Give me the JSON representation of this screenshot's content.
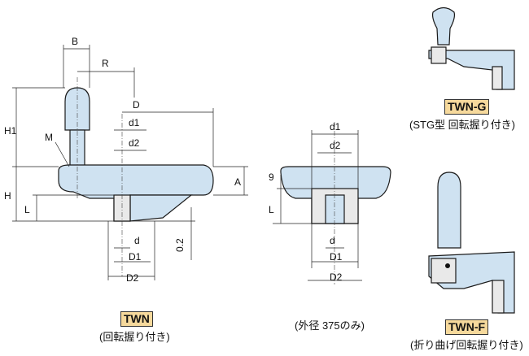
{
  "models": {
    "twn": {
      "code": "TWN",
      "caption": "(回転握り付き)"
    },
    "center": {
      "caption": "(外径 375のみ)"
    },
    "twn_g": {
      "code": "TWN-G",
      "caption": "(STG型 回転握り付き)"
    },
    "twn_f": {
      "code": "TWN-F",
      "caption": "(折り曲げ回転握り付き)"
    }
  },
  "dimensions": {
    "B": "B",
    "R": "R",
    "D": "D",
    "d1": "d1",
    "d2": "d2",
    "H1": "H1",
    "M": "M",
    "H": "H",
    "L": "L",
    "A": "A",
    "d": "d",
    "D1": "D1",
    "D2": "D2",
    "gap": "0.2",
    "nine": "9"
  },
  "colors": {
    "part": "#cfe2f1",
    "badge": "#f6d99c"
  }
}
